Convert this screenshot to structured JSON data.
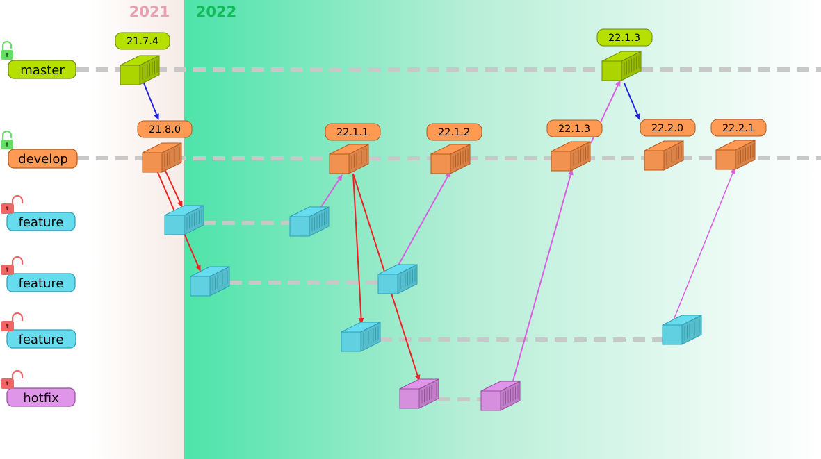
{
  "years": {
    "y2021": "2021",
    "y2022": "2022"
  },
  "branches": {
    "master": "master",
    "develop": "develop",
    "feature1": "feature",
    "feature2": "feature",
    "feature3": "feature",
    "hotfix": "hotfix"
  },
  "tags": {
    "t1": "21.7.4",
    "t2": "21.8.0",
    "t3": "22.1.1",
    "t4": "22.1.2",
    "t5": "22.1.3",
    "t6": "22.1.3",
    "t7": "22.2.0",
    "t8": "22.2.1"
  },
  "colors": {
    "master": "#b5e000",
    "develop": "#ff9a55",
    "feature": "#66dcee",
    "hotfix": "#e096e8",
    "merge_arrow": "#d95ee0",
    "branch_arrow": "#ee2222",
    "release_arrow": "#2222dd",
    "lock_open": "#66dd66",
    "lock_closed": "#ee6666",
    "year_2021": "#e8a0b0",
    "year_2022": "#11bb55"
  }
}
